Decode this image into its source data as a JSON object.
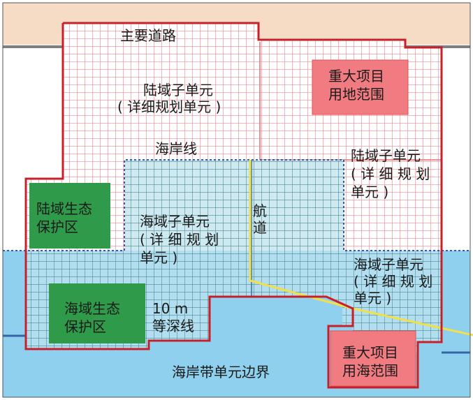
{
  "labels": {
    "main_road": "主要道路",
    "land_sub_unit_a_line1": "陆域子单元",
    "land_sub_unit_a_line2": "( 详细规划单元 )",
    "major_project_land_line1": "重大项目",
    "major_project_land_line2": "用地范围",
    "coastline": "海岸线",
    "land_sub_unit_b_line1": "陆域子单元",
    "land_sub_unit_b_line2": "( 详 细 规 划",
    "land_sub_unit_b_line3": "单元 )",
    "land_eco_reserve_line1": "陆域生态",
    "land_eco_reserve_line2": "保护区",
    "channel_line1": "航",
    "channel_line2": "道",
    "sea_sub_unit_a_line1": "海域子单元",
    "sea_sub_unit_a_line2": "( 详 细 规 划",
    "sea_sub_unit_a_line3": "单元 )",
    "sea_sub_unit_b_line1": "海域子单元",
    "sea_sub_unit_b_line2": "( 详 细 规 划",
    "sea_sub_unit_b_line3": "单元 )",
    "depth_contour_line1": "10 m",
    "depth_contour_line2": "等深线",
    "sea_eco_reserve_line1": "海域生态",
    "sea_eco_reserve_line2": "保护区",
    "major_project_sea_line1": "重大项目",
    "major_project_sea_line2": "用海范围",
    "coastal_zone_boundary": "海岸带单元边界"
  },
  "colors": {
    "land_band": "#f6dcc4",
    "sea": "#8fd0ee",
    "land_grid": "#f08c92",
    "sea_grid": "#4d8c96",
    "boundary": "#c8202b",
    "reserve_green": "#2e9a4a",
    "project_fill": "#f07b80",
    "channel_yellow": "#f2e04a",
    "road_gray": "#7e7e7e",
    "contour_blue": "#3a57a8",
    "outer_blue": "#3565a8"
  }
}
